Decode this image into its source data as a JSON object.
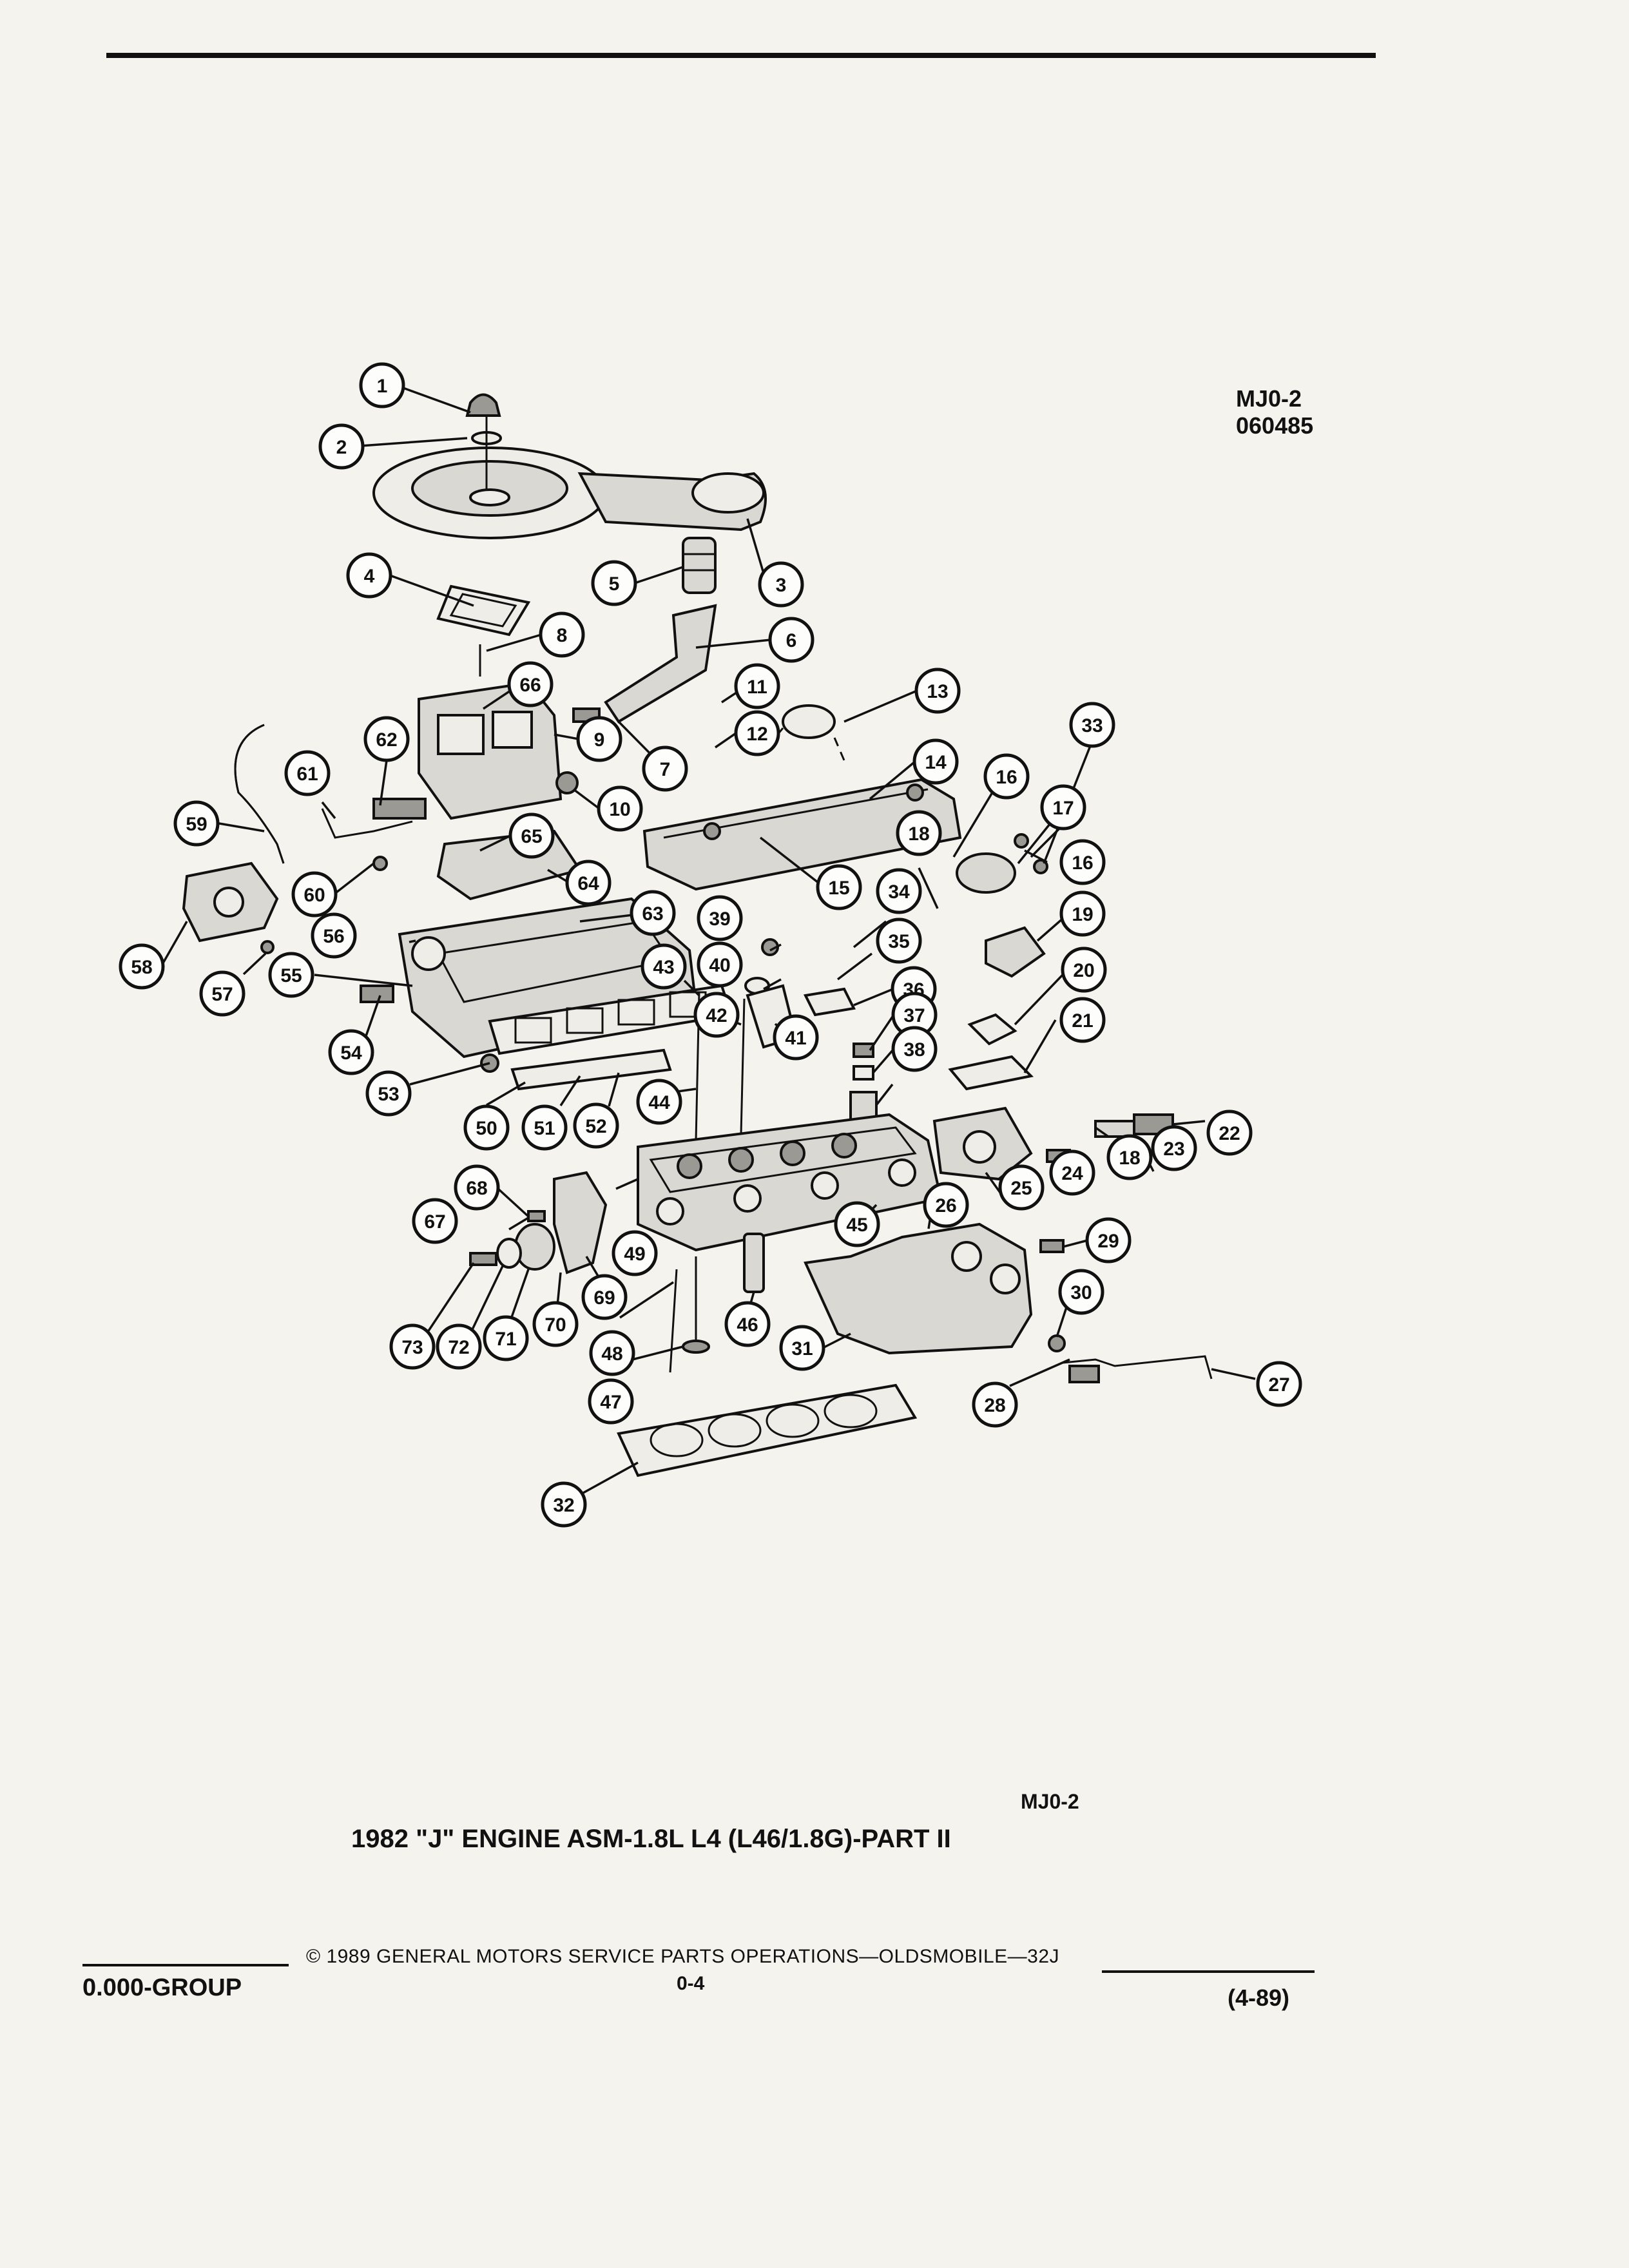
{
  "figure": {
    "code_top": [
      "MJ0-2",
      "060485"
    ],
    "code_bottom": "MJ0-2",
    "title": "1982 \"J\" ENGINE ASM-1.8L L4 (L46/1.8G)-PART II"
  },
  "callouts": [
    "1",
    "2",
    "3",
    "4",
    "5",
    "6",
    "7",
    "8",
    "9",
    "10",
    "11",
    "12",
    "13",
    "14",
    "15",
    "16",
    "16",
    "17",
    "18",
    "18",
    "19",
    "20",
    "21",
    "22",
    "23",
    "24",
    "25",
    "26",
    "27",
    "28",
    "29",
    "30",
    "31",
    "32",
    "33",
    "34",
    "35",
    "36",
    "37",
    "38",
    "39",
    "40",
    "41",
    "42",
    "43",
    "44",
    "45",
    "46",
    "47",
    "48",
    "49",
    "50",
    "51",
    "52",
    "53",
    "54",
    "55",
    "56",
    "57",
    "58",
    "59",
    "60",
    "61",
    "62",
    "63",
    "64",
    "65",
    "66",
    "67",
    "68",
    "69",
    "70",
    "71",
    "72",
    "73"
  ],
  "footer": {
    "group": "0.000-GROUP",
    "copyright": "© 1989 GENERAL MOTORS SERVICE PARTS OPERATIONS—OLDSMOBILE—32J",
    "page": "0-4",
    "date": "(4-89)"
  }
}
